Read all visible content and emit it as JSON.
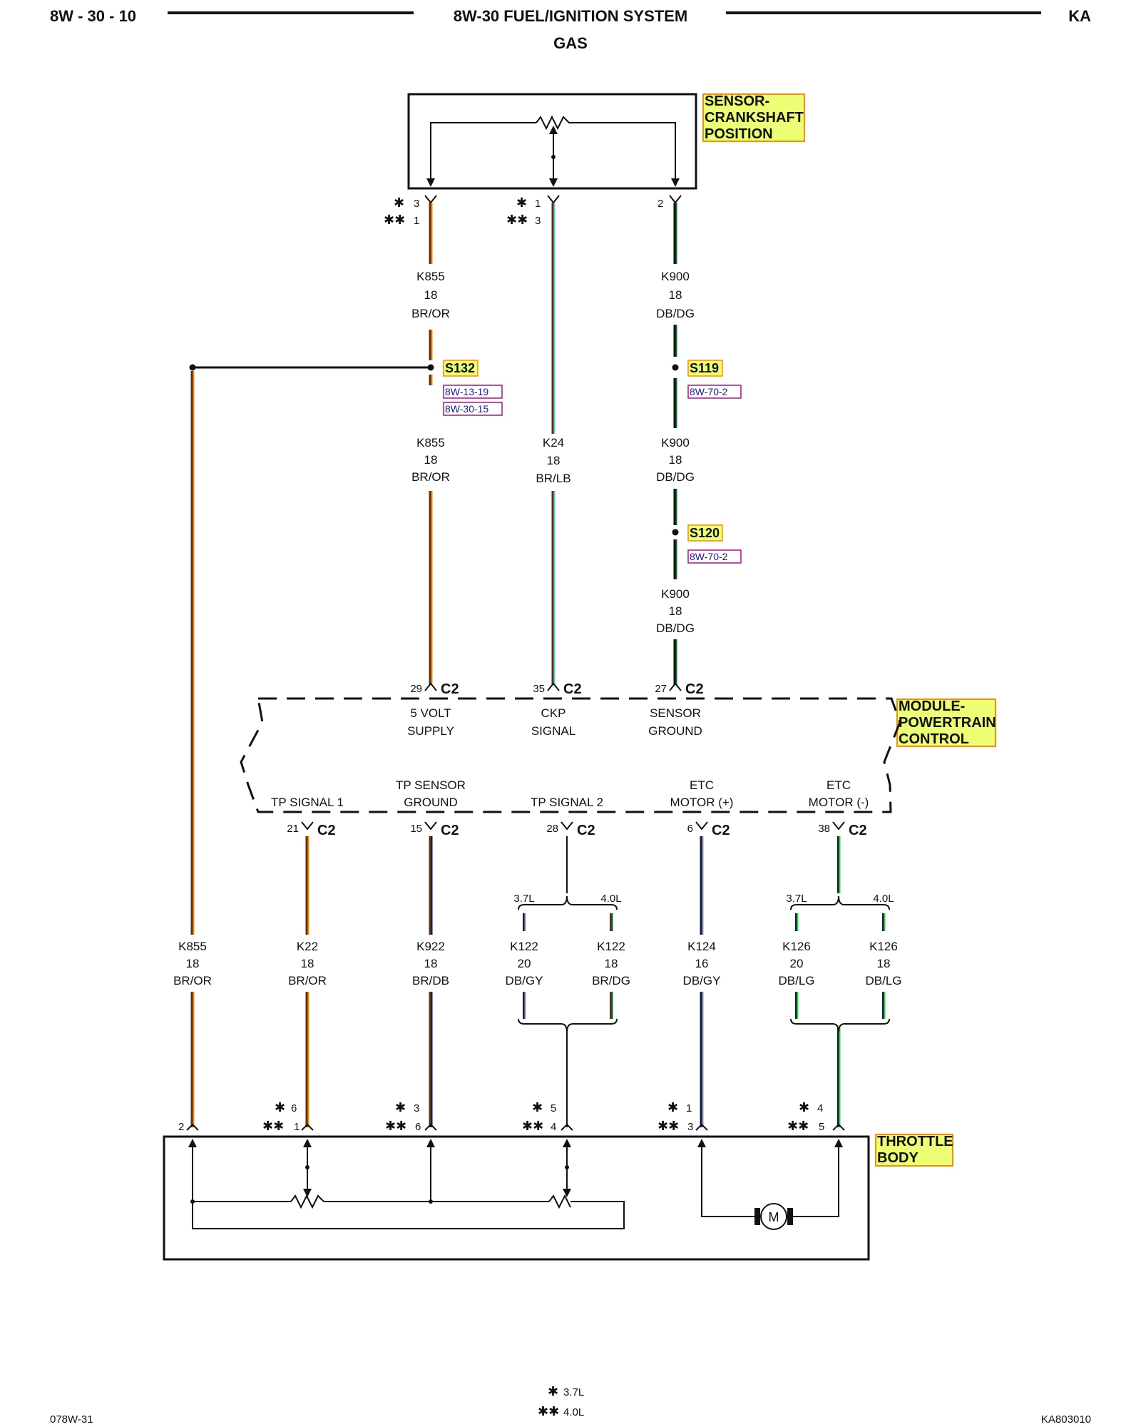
{
  "header": {
    "page_left": "8W - 30 - 10",
    "title": "8W-30 FUEL/IGNITION SYSTEM",
    "subtitle": "GAS",
    "page_right": "KA"
  },
  "components": {
    "ckp_sensor": "SENSOR-\nCRANKSHAFT\nPOSITION",
    "pcm": "MODULE-\nPOWERTRAIN\nCONTROL",
    "throttle_body": "THROTTLE\nBODY"
  },
  "ckp_pins": {
    "a_star": "3",
    "a_dstar": "1",
    "b_star": "1",
    "b_dstar": "3",
    "c": "2"
  },
  "splices": {
    "s132": {
      "name": "S132",
      "refs": [
        "8W-13-19",
        "8W-30-15"
      ]
    },
    "s119": {
      "name": "S119",
      "refs": [
        "8W-70-2"
      ]
    },
    "s120": {
      "name": "S120",
      "refs": [
        "8W-70-2"
      ]
    }
  },
  "wires": {
    "k855_top": [
      "K855",
      "18",
      "BR/OR"
    ],
    "k900_top": [
      "K900",
      "18",
      "DB/DG"
    ],
    "k855_mid": [
      "K855",
      "18",
      "BR/OR"
    ],
    "k24": [
      "K24",
      "18",
      "BR/LB"
    ],
    "k900_mid": [
      "K900",
      "18",
      "DB/DG"
    ],
    "k900_low": [
      "K900",
      "18",
      "DB/DG"
    ],
    "k855_left": [
      "K855",
      "18",
      "BR/OR"
    ],
    "k22": [
      "K22",
      "18",
      "BR/OR"
    ],
    "k922": [
      "K922",
      "18",
      "BR/DB"
    ],
    "k122_a": [
      "K122",
      "20",
      "DB/GY"
    ],
    "k122_b": [
      "K122",
      "18",
      "BR/DG"
    ],
    "k124": [
      "K124",
      "16",
      "DB/GY"
    ],
    "k126_a": [
      "K126",
      "20",
      "DB/LG"
    ],
    "k126_b": [
      "K126",
      "18",
      "DB/LG"
    ]
  },
  "pcm_top": [
    {
      "pin": "29",
      "conn": "C2",
      "label1": "5 VOLT",
      "label2": "SUPPLY"
    },
    {
      "pin": "35",
      "conn": "C2",
      "label1": "CKP",
      "label2": "SIGNAL"
    },
    {
      "pin": "27",
      "conn": "C2",
      "label1": "SENSOR",
      "label2": "GROUND"
    }
  ],
  "pcm_bottom": [
    {
      "pin": "21",
      "conn": "C2",
      "label1": "",
      "label2": "TP SIGNAL 1"
    },
    {
      "pin": "15",
      "conn": "C2",
      "label1": "TP SENSOR",
      "label2": "GROUND"
    },
    {
      "pin": "28",
      "conn": "C2",
      "label1": "",
      "label2": "TP SIGNAL 2"
    },
    {
      "pin": "6",
      "conn": "C2",
      "label1": "ETC",
      "label2": "MOTOR (+)"
    },
    {
      "pin": "38",
      "conn": "C2",
      "label1": "ETC",
      "label2": "MOTOR (-)"
    }
  ],
  "engine_split": {
    "left": "3.7L",
    "right": "4.0L"
  },
  "tb_pins": {
    "p1": "2",
    "p2_star": "6",
    "p2_dstar": "1",
    "p3_star": "3",
    "p3_dstar": "6",
    "p4_star": "5",
    "p4_dstar": "4",
    "p5_star": "1",
    "p5_dstar": "3",
    "p6_star": "4",
    "p6_dstar": "5"
  },
  "motor_label": "M",
  "legend": {
    "star_symbol": "✱",
    "dstar_symbol": "✱✱",
    "star_text": "3.7L",
    "dstar_text": "4.0L"
  },
  "footer": {
    "left": "078W-31",
    "right": "KA803010"
  },
  "colors": {
    "brown": "#5a3212",
    "orange": "#ff8a00",
    "dark_blue": "#0d1a4a",
    "light_blue": "#4fd8e4",
    "dark_green": "#0b6b2a",
    "light_green": "#33dd33",
    "gray": "#9a9a9a",
    "label_bg": "#ecff74",
    "label_border": "#ff8c00"
  }
}
